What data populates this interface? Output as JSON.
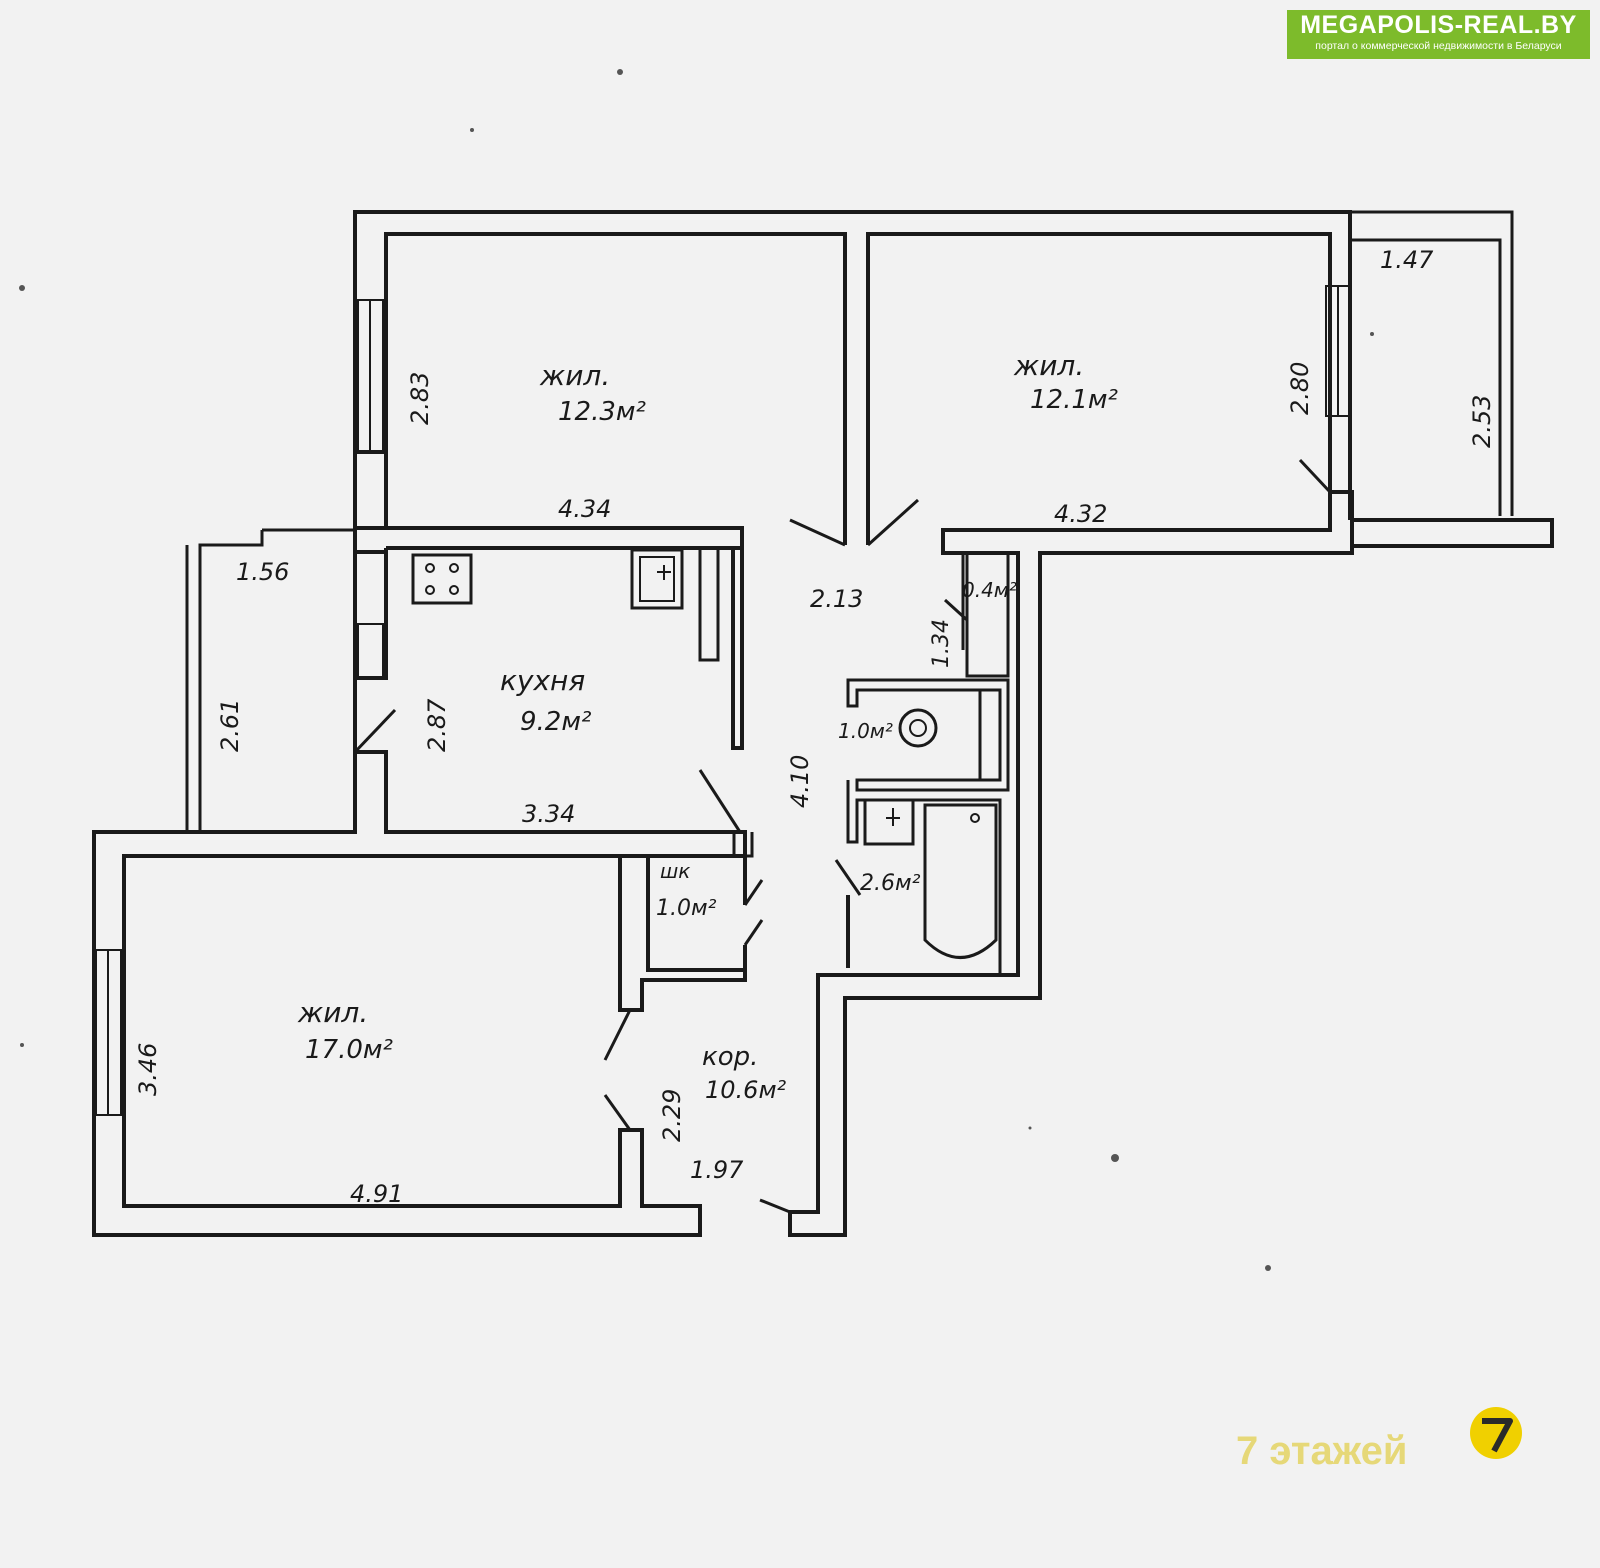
{
  "badge": {
    "title": "MEGAPOLIS-REAL.BY",
    "subtitle": "портал о коммерческой недвижимости в Беларуси",
    "color": "#7dbb2b"
  },
  "watermark": {
    "text": "7 этажей",
    "logo_icon": "seven-circle-icon",
    "color": "#f0d000"
  },
  "rooms": {
    "living1": {
      "name": "жил.",
      "area": "12.3м²"
    },
    "living2": {
      "name": "жил.",
      "area": "12.1м²"
    },
    "kitchen": {
      "name": "кухня",
      "area": "9.2м²"
    },
    "living3": {
      "name": "жил.",
      "area": "17.0м²"
    },
    "closet": {
      "name": "шк",
      "area": "1.0м²"
    },
    "corridor": {
      "name": "кор.",
      "area": "10.6м²"
    },
    "wc": {
      "area": "1.0м²"
    },
    "storage": {
      "area": "0.4м²"
    },
    "bath": {
      "area": "2.6м²"
    }
  },
  "dimensions": {
    "living1_height": "2.83",
    "living1_width": "4.34",
    "living2_height": "2.80",
    "living2_width": "4.32",
    "balcony_top_width": "1.47",
    "balcony_top_height": "2.53",
    "balcony_left_width": "1.56",
    "balcony_left_height": "2.61",
    "kitchen_height": "2.87",
    "kitchen_width": "3.34",
    "hall_width": "2.13",
    "storage_height": "1.34",
    "corridor_length": "4.10",
    "living3_height": "3.46",
    "living3_width": "4.91",
    "corridor_height": "2.29",
    "entrance_width": "1.97"
  }
}
